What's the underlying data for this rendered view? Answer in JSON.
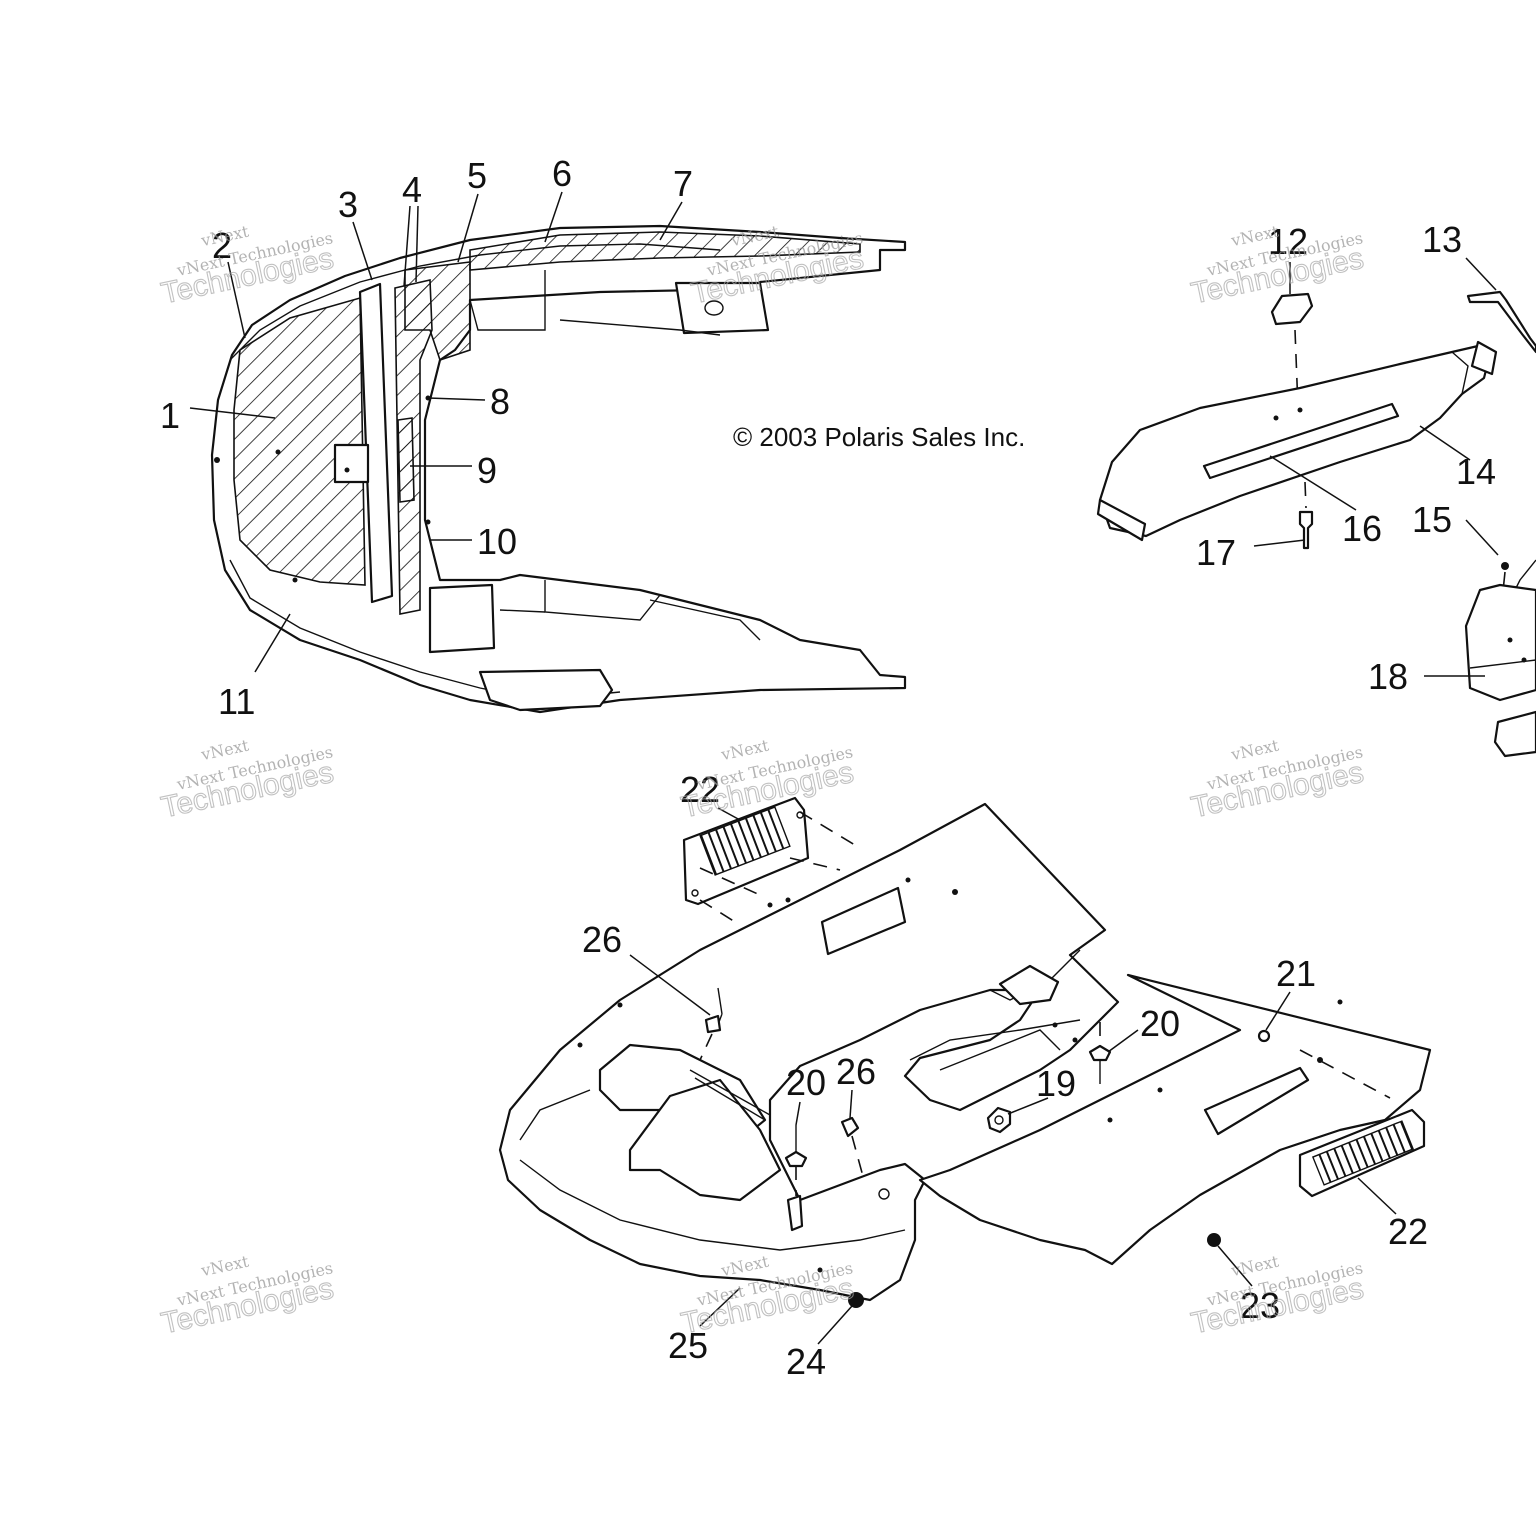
{
  "copyright": "© 2003 Polaris Sales Inc.",
  "watermark": {
    "line_a": "vNext",
    "line_b": "vNext Technologies",
    "line_c": "Technologies"
  },
  "callouts": {
    "c1": "1",
    "c2": "2",
    "c3": "3",
    "c4": "4",
    "c5": "5",
    "c6": "6",
    "c7": "7",
    "c8": "8",
    "c9": "9",
    "c10": "10",
    "c11": "11",
    "c12": "12",
    "c13": "13",
    "c14": "14",
    "c15": "15",
    "c16": "16",
    "c17": "17",
    "c18": "18",
    "c19": "19",
    "c20a": "20",
    "c20b": "20",
    "c21": "21",
    "c22a": "22",
    "c22b": "22",
    "c23": "23",
    "c24": "24",
    "c25": "25",
    "c26a": "26",
    "c26b": "26"
  }
}
